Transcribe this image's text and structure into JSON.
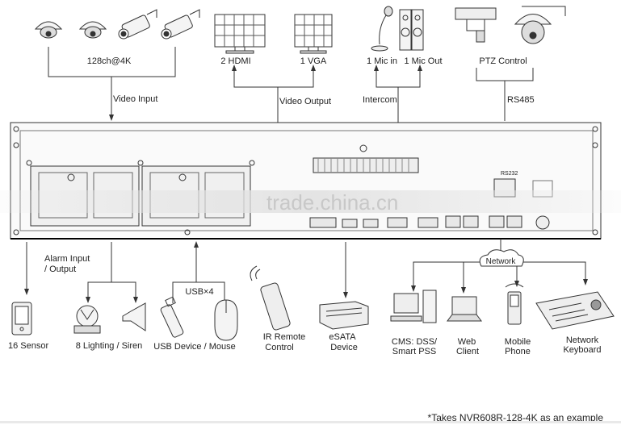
{
  "labels": {
    "cameras": "128ch@4K",
    "video_input": "Video Input",
    "hdmi": "2 HDMI",
    "vga": "1 VGA",
    "video_output": "Video Output",
    "mic_in": "1 Mic in",
    "mic_out": "1 Mic Out",
    "intercom": "Intercom",
    "ptz_control": "PTZ Control",
    "rs485": "RS485",
    "alarm_io_line1": "Alarm Input",
    "alarm_io_line2": "/ Output",
    "usb_count": "USB×4",
    "network": "Network",
    "rs232": "RS232",
    "sensor": "16 Sensor",
    "lighting_siren": "8 Lighting / Siren",
    "usb_device": "USB Device / Mouse",
    "ir_remote_line1": "IR Remote",
    "ir_remote_line2": "Control",
    "esata_line1": "eSATA",
    "esata_line2": "Device",
    "cms_line1": "CMS: DSS/",
    "cms_line2": "Smart PSS",
    "web_line1": "Web",
    "web_line2": "Client",
    "mobile_line1": "Mobile",
    "mobile_line2": "Phone",
    "keyboard_line1": "Network",
    "keyboard_line2": "Keyboard"
  },
  "watermark": "trade.china.cn",
  "footnote": "*Takes NVR608R-128-4K as an example"
}
